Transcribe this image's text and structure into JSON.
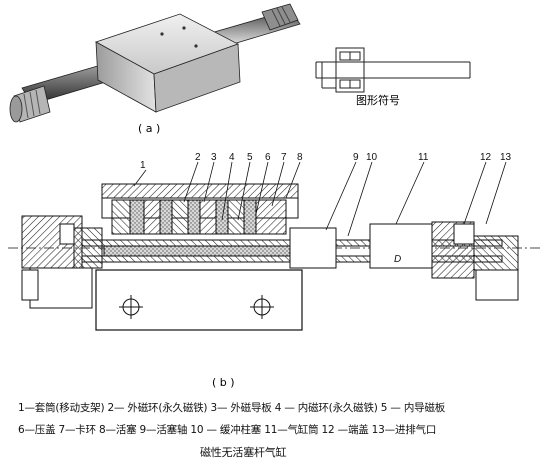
{
  "photo_caption": "( a )",
  "symbol_caption": "图形符号",
  "section_caption": "( b )",
  "callout_numbers": [
    "1",
    "2",
    "3",
    "4",
    "5",
    "6",
    "7",
    "8",
    "9",
    "10",
    "11",
    "12",
    "13"
  ],
  "section_marker": "D",
  "legend": {
    "line1": "1—套筒(移动支架) 2— 外磁环(永久磁铁) 3— 外磁导板 4 — 内磁环(永久磁铁) 5 — 内导磁板",
    "line2": "6—压盖 7—卡环 8—活塞    9—活塞轴 10 — 缓冲柱塞 11—气缸筒 12 —端盖 13—进排气口"
  },
  "figure_title": "磁性无活塞杆气缸",
  "colors": {
    "ink": "#111111",
    "hatch": "#222222",
    "magnet_fill": "#cfcfcf",
    "metal_light": "#e6e6e6",
    "metal_dark": "#7a7a7a"
  }
}
